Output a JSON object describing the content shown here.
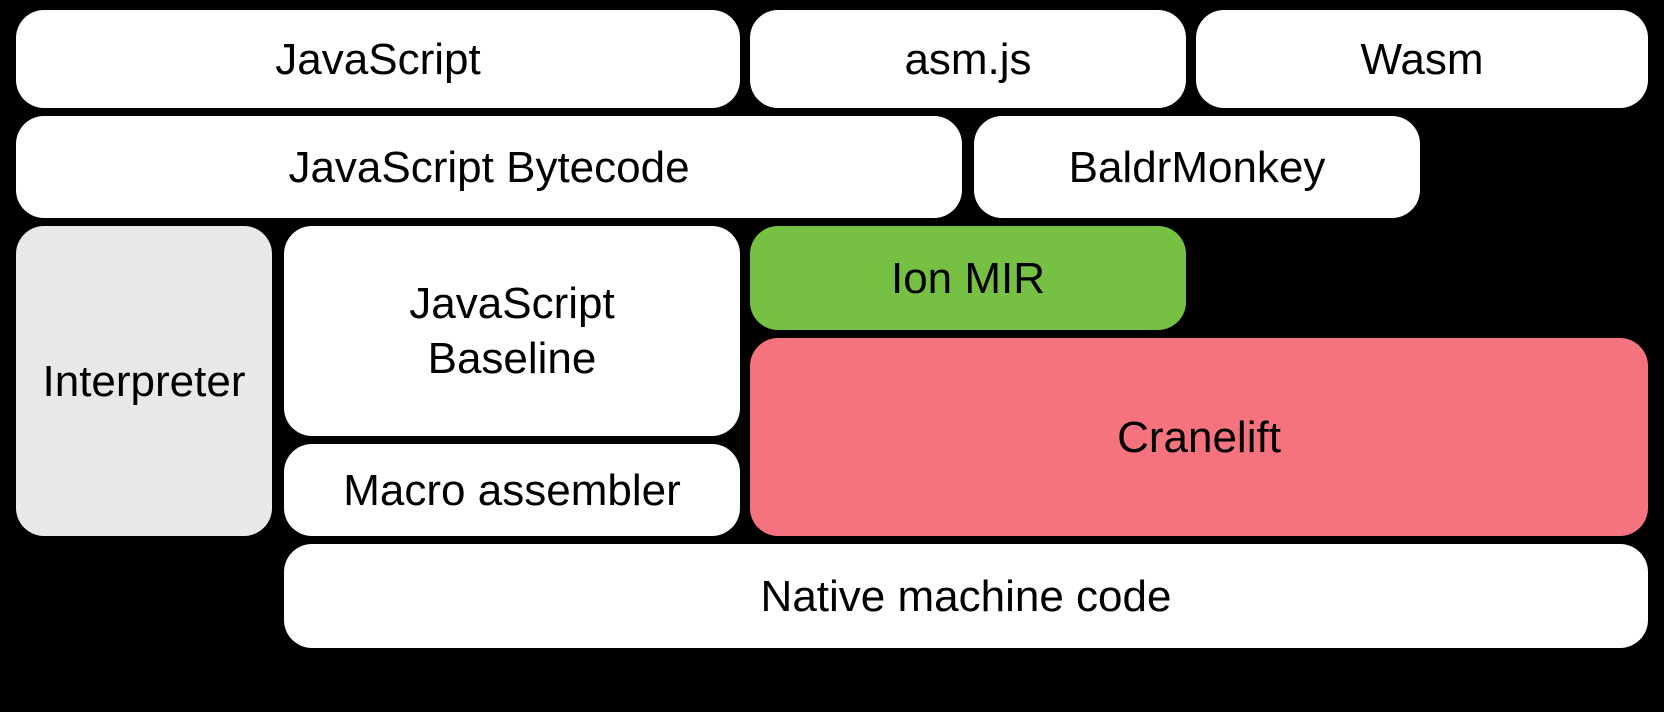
{
  "colors": {
    "background": "#000000",
    "box_white": "#ffffff",
    "box_gray": "#e8e8e8",
    "box_green": "#76c043",
    "box_pink": "#f4737f",
    "text": "#000000"
  },
  "boxes": {
    "javascript": {
      "label": "JavaScript"
    },
    "asmjs": {
      "label": "asm.js"
    },
    "wasm": {
      "label": "Wasm"
    },
    "javascript_bytecode": {
      "label": "JavaScript Bytecode"
    },
    "baldrmonkey": {
      "label": "BaldrMonkey"
    },
    "interpreter": {
      "label": "Interpreter"
    },
    "javascript_baseline": {
      "label": "JavaScript\nBaseline"
    },
    "ion_mir": {
      "label": "Ion MIR"
    },
    "cranelift": {
      "label": "Cranelift"
    },
    "macro_assembler": {
      "label": "Macro assembler"
    },
    "native_machine_code": {
      "label": "Native machine code"
    }
  }
}
